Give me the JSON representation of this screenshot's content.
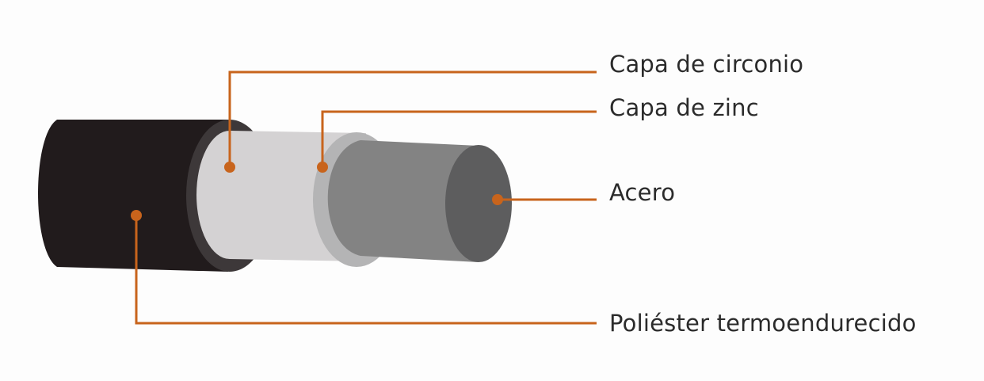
{
  "diagram": {
    "layers": [
      {
        "id": "zirconium",
        "label": "Capa de circonio"
      },
      {
        "id": "zinc",
        "label": "Capa de zinc"
      },
      {
        "id": "steel",
        "label": "Acero"
      },
      {
        "id": "polyester",
        "label": "Poliéster termoendurecido"
      }
    ],
    "colors": {
      "leader": "#c8641c",
      "polyester_sheath": "#211b1c",
      "polyester_rim": "#3d3839",
      "zirconium": "#d4d2d3",
      "zinc_rim": "#b4b4b5",
      "steel_side": "#838383",
      "steel_face": "#5d5d5e",
      "text": "#2b2b2b"
    }
  }
}
